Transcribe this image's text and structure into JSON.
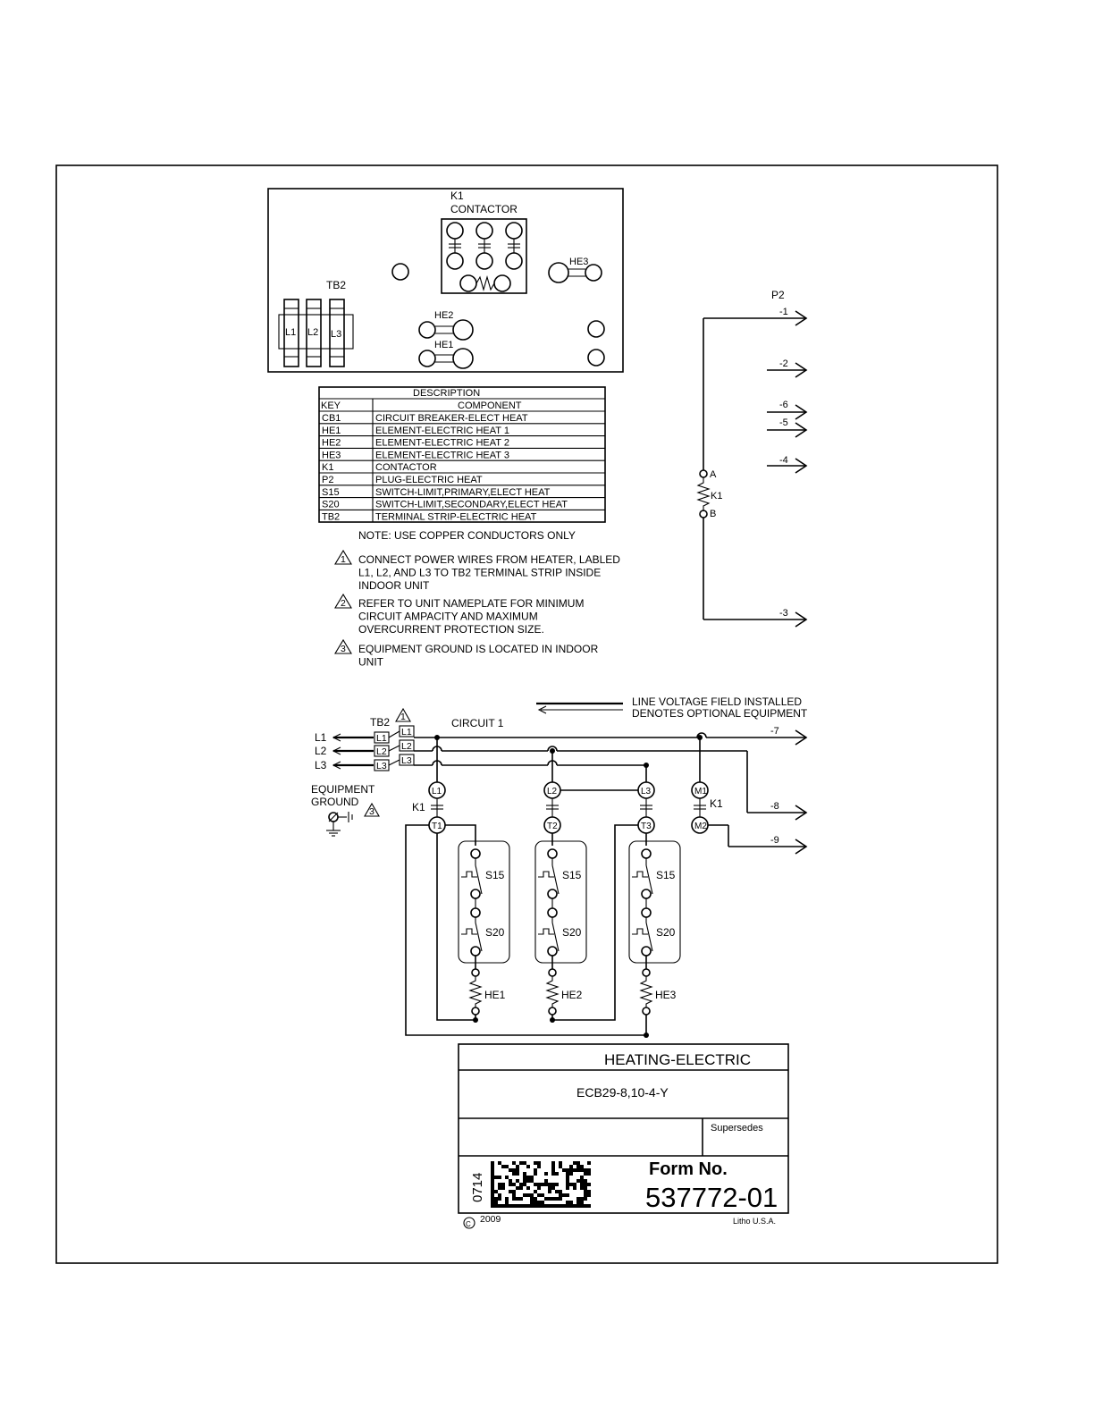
{
  "layout_panel": {
    "k1_label": "K1",
    "contactor_label": "CONTACTOR",
    "tb2_label": "TB2",
    "terminals": [
      "L1",
      "L2",
      "L3"
    ],
    "he3_label": "HE3",
    "he2_label": "HE2",
    "he1_label": "HE1"
  },
  "p2": {
    "label": "P2",
    "pins": [
      "-1",
      "-2",
      "-6",
      "-5",
      "-4",
      "-3"
    ],
    "coil_a": "A",
    "coil_b": "B",
    "coil_label": "K1"
  },
  "description_table": {
    "title": "DESCRIPTION",
    "headers": [
      "KEY",
      "COMPONENT"
    ],
    "rows": [
      [
        "CB1",
        "CIRCUIT BREAKER-ELECT HEAT"
      ],
      [
        "HE1",
        "ELEMENT-ELECTRIC HEAT 1"
      ],
      [
        "HE2",
        "ELEMENT-ELECTRIC HEAT 2"
      ],
      [
        "HE3",
        "ELEMENT-ELECTRIC HEAT 3"
      ],
      [
        "K1",
        "CONTACTOR"
      ],
      [
        "P2",
        "PLUG-ELECTRIC HEAT"
      ],
      [
        "S15",
        "SWITCH-LIMIT,PRIMARY,ELECT HEAT"
      ],
      [
        "S20",
        "SWITCH-LIMIT,SECONDARY,ELECT HEAT"
      ],
      [
        "TB2",
        "TERMINAL STRIP-ELECTRIC HEAT"
      ]
    ]
  },
  "notes": {
    "main": "NOTE: USE COPPER CONDUCTORS ONLY",
    "items": [
      {
        "num": "1",
        "lines": [
          "CONNECT POWER WIRES FROM HEATER, LABLED",
          "L1, L2, AND L3 TO TB2 TERMINAL STRIP INSIDE",
          "INDOOR UNIT"
        ]
      },
      {
        "num": "2",
        "lines": [
          "REFER TO UNIT NAMEPLATE FOR MINIMUM",
          "CIRCUIT AMPACITY AND MAXIMUM",
          "OVERCURRENT PROTECTION SIZE."
        ]
      },
      {
        "num": "3",
        "lines": [
          "EQUIPMENT GROUND IS LOCATED IN INDOOR",
          "UNIT"
        ]
      }
    ]
  },
  "legend": {
    "line_voltage": "LINE VOLTAGE FIELD INSTALLED",
    "optional": "DENOTES OPTIONAL EQUIPMENT"
  },
  "schematic": {
    "tb2_label": "TB2",
    "tb2_note": "1",
    "circuit_label": "CIRCUIT 1",
    "lines": [
      "L1",
      "L2",
      "L3"
    ],
    "equipment_ground": [
      "EQUIPMENT",
      "GROUND"
    ],
    "ground_note": "3",
    "k1_left": "K1",
    "k1_right": "K1",
    "contact_top": [
      "L1",
      "L2",
      "L3",
      "M1"
    ],
    "contact_bottom": [
      "T1",
      "T2",
      "T3",
      "M2"
    ],
    "pins": [
      "-7",
      "-8",
      "-9"
    ],
    "s15": "S15",
    "s20": "S20",
    "elements": [
      "HE1",
      "HE2",
      "HE3"
    ]
  },
  "title_block": {
    "title": "HEATING-ELECTRIC",
    "model": "ECB29-8,10-4-Y",
    "supersedes": "Supersedes",
    "date_code": "0714",
    "form_label": "Form No.",
    "form_number": "537772-01",
    "copyright_symbol": "C",
    "year": "2009",
    "litho": "Litho U.S.A."
  }
}
